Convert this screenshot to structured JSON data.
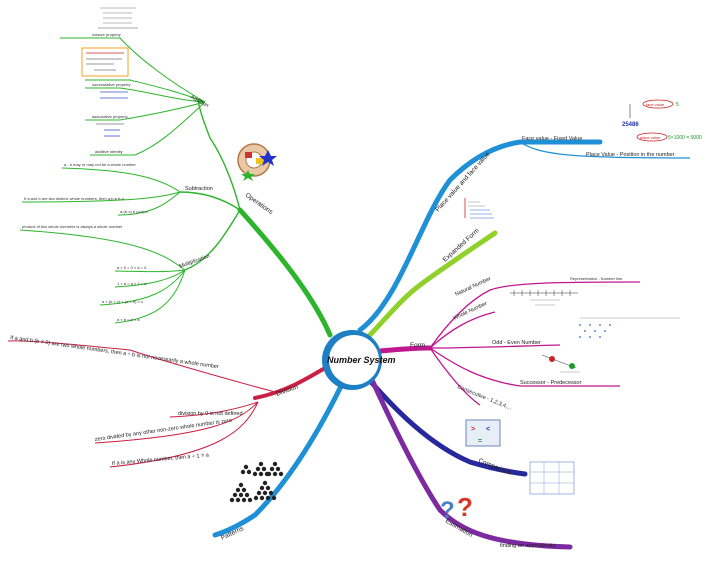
{
  "center": {
    "title": "Number System"
  },
  "branches": {
    "operations": {
      "label": "Operations",
      "addition": {
        "label": "Addition",
        "closure": "closure property",
        "commutative": "commutative property",
        "associative": "associative property",
        "additive_identity": "additive identity"
      },
      "subtraction": {
        "label": "Subtraction",
        "items": [
          "a - b may or may not be a whole number",
          "If a and b are two distinct whole numbers, then a-b ≠ b-a",
          "a-(b-c) ≠ (a-b)-c"
        ]
      },
      "multiplication": {
        "label": "Multiplication",
        "items": [
          "product of two whole numbers is always a whole number",
          "a × 0 = 0 × a = 0",
          "1 × a = a × 1 = a",
          "a × (b × c) = (a × b) × c",
          "a × b = b × a"
        ]
      }
    },
    "division": {
      "label": "Division",
      "items": [
        "If a and b (b ≠ 0) are two whole numbers, then a ÷ b is not necessarily a whole number",
        "division by 0 is not defined",
        "zero divided by any other non-zero whole number is zero",
        "If a is any Whole number, then a ÷ 1 = a"
      ]
    },
    "patterns": {
      "label": "Patterns"
    },
    "place_value": {
      "label": "Place value and face value",
      "face": "Face value - Fixed Value",
      "place": "Place Value - Position in the number",
      "example_number": "25486",
      "example_place": "5×1000 = 5000",
      "example_face": "5"
    },
    "expanded_form": {
      "label": "Expanded Form"
    },
    "form": {
      "label": "Form",
      "natural": "Natural Number",
      "number_line_label": "Representation - Number line",
      "whole": "Whole Number",
      "odd_even": "Odd - Even Number",
      "successor": "Successor - Predecessor",
      "consecutive": "Consecutive - 1,2,3,4,..."
    },
    "comparison": {
      "label": "Comparison"
    },
    "estimation": {
      "label": "Estimation",
      "item": "finding an approximate"
    }
  },
  "colors": {
    "operations": "#2bb52b",
    "division": "#cc1f44",
    "patterns": "#1f8fd6",
    "place_value": "#1f8fd6",
    "expanded_form": "#8fd12a",
    "form": "#c0178f",
    "comparison": "#27279e",
    "estimation": "#7b2aa0"
  }
}
